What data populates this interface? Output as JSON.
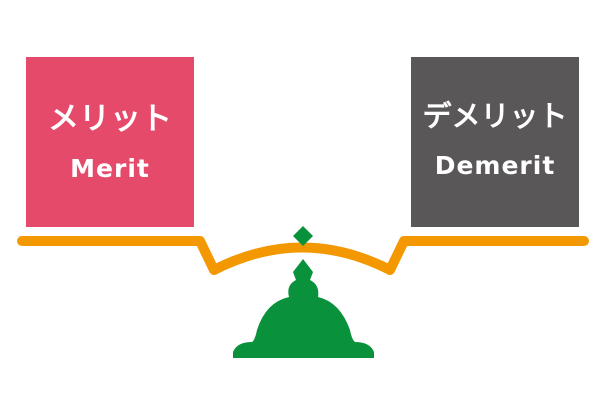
{
  "merit": {
    "title_jp": "メリット",
    "title_en": "Merit"
  },
  "demerit": {
    "title_jp": "デメリット",
    "title_en": "Demerit"
  },
  "colors": {
    "merit": "#E64A6A",
    "demerit": "#595757",
    "beam": "#F39800",
    "stand": "#0A913C"
  }
}
